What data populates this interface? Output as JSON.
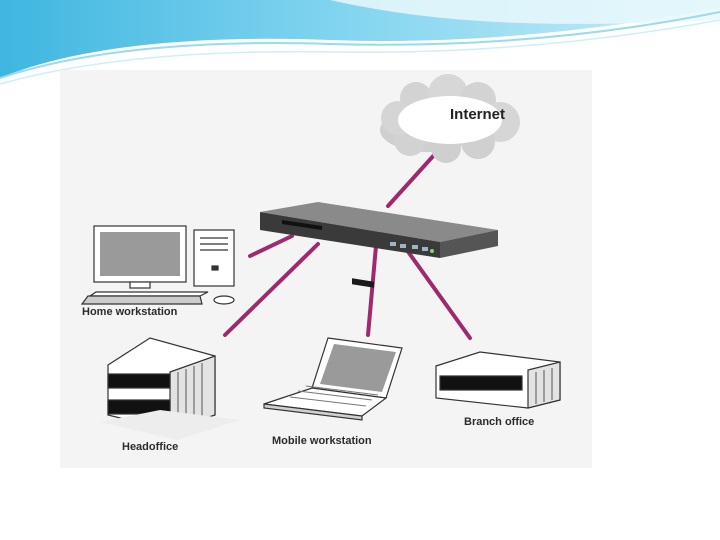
{
  "colors": {
    "link": "#a0286e",
    "banner_top": "#5ec8e8",
    "banner_mid": "#a9e2f3",
    "panel_bg": "#f4f4f4"
  },
  "nodes": {
    "internet": "Internet",
    "home": "Home workstation",
    "head": "Headoffice",
    "mobile": "Mobile workstation",
    "branch": "Branch office"
  }
}
